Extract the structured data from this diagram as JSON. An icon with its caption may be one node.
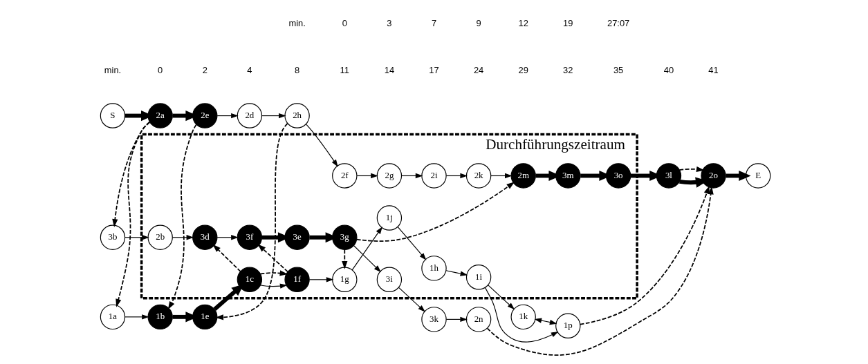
{
  "diagram": {
    "nodes": [
      {
        "text": [
          "Durchführungszeitraum"
        ]
      },
      {
        "text": [
          "1a"
        ]
      },
      {
        "text": [
          "1b"
        ]
      },
      {
        "text": [
          "1e"
        ]
      },
      {
        "text": [
          "1c"
        ],
        "in": 0
      },
      {
        "text": [
          "1f"
        ],
        "in": 0
      },
      {
        "text": [
          "1g"
        ],
        "in": 0
      },
      {
        "text": [
          "1j"
        ],
        "in": 0
      },
      {
        "text": [
          "1h"
        ],
        "in": 0
      },
      {
        "text": [
          "1i"
        ],
        "in": 0
      },
      {
        "text": [
          "1k"
        ]
      },
      {
        "text": [
          "1p"
        ]
      },
      {
        "text": [
          "S"
        ]
      },
      {
        "text": [
          "2a"
        ]
      },
      {
        "text": [
          "2e"
        ]
      },
      {
        "text": [
          "2d"
        ]
      },
      {
        "text": [
          "2h"
        ]
      },
      {
        "text": [
          "2f"
        ],
        "in": 0
      },
      {
        "text": [
          "2g"
        ],
        "in": 0
      },
      {
        "text": [
          "2i"
        ],
        "in": 0
      },
      {
        "text": [
          "2k"
        ],
        "in": 0
      },
      {
        "text": [
          "2m"
        ],
        "in": 0
      },
      {
        "text": [
          "3m"
        ],
        "in": 0
      },
      {
        "text": [
          "3o"
        ],
        "in": 0
      },
      {
        "text": [
          "3l"
        ]
      },
      {
        "text": [
          "2o"
        ]
      },
      {
        "text": [
          "E"
        ]
      },
      {
        "text": [
          "3b"
        ]
      },
      {
        "text": [
          "2b"
        ],
        "in": 0
      },
      {
        "text": [
          "3d"
        ],
        "in": 0
      },
      {
        "text": [
          "3f"
        ],
        "in": 0
      },
      {
        "text": [
          "3e"
        ],
        "in": 0
      },
      {
        "text": [
          "3g"
        ],
        "in": 0
      },
      {
        "text": [
          "3i"
        ],
        "in": 0
      },
      {
        "text": [
          "3k"
        ]
      },
      {
        "text": [
          "2n"
        ]
      }
    ],
    "edges": [
      {
        "from": 12,
        "to": 13,
        "arrow": "to",
        "style": "thick"
      },
      {
        "from": 13,
        "to": 14,
        "arrow": "to",
        "style": "thick"
      },
      {
        "from": 14,
        "to": 15,
        "arrow": "to"
      },
      {
        "from": 15,
        "to": 16,
        "arrow": "to"
      },
      {
        "from": 16,
        "to": 17,
        "arrow": "to"
      },
      {
        "from": 17,
        "to": 18,
        "arrow": "to"
      },
      {
        "from": 18,
        "to": 19,
        "arrow": "to"
      },
      {
        "from": 19,
        "to": 20,
        "arrow": "to"
      },
      {
        "from": 20,
        "to": 21,
        "arrow": "to"
      },
      {
        "from": 21,
        "to": 22,
        "arrow": "to",
        "style": "thick"
      },
      {
        "from": 22,
        "to": 23,
        "arrow": "to",
        "style": "thick"
      },
      {
        "from": 23,
        "to": 24,
        "arrow": "to",
        "style": "thick"
      },
      {
        "from": 24,
        "to": 25,
        "arrow": "to",
        "style": "thick"
      },
      {
        "from": 25,
        "to": 26,
        "arrow": "to",
        "style": "thick"
      },
      {
        "from": 1,
        "to": 2,
        "arrow": "to"
      },
      {
        "from": 2,
        "to": 3,
        "arrow": "to",
        "style": "thick"
      },
      {
        "from": 3,
        "to": 4,
        "arrow": "to",
        "style": "thick"
      },
      {
        "from": 4,
        "to": 5,
        "arrow": "to"
      },
      {
        "from": 5,
        "to": 6,
        "arrow": "to"
      },
      {
        "from": 6,
        "to": 7,
        "arrow": "to"
      },
      {
        "from": 7,
        "to": 8,
        "arrow": "to"
      },
      {
        "from": 8,
        "to": 9,
        "arrow": "to"
      },
      {
        "from": 9,
        "to": 10,
        "arrow": "to"
      },
      {
        "from": 9,
        "to": 11,
        "arrow": "to"
      },
      {
        "from": 10,
        "to": 11,
        "arrow": "both"
      },
      {
        "from": 27,
        "to": 28,
        "arrow": "to"
      },
      {
        "from": 28,
        "to": 29,
        "arrow": "to"
      },
      {
        "from": 29,
        "to": 30,
        "arrow": "to"
      },
      {
        "from": 30,
        "to": 31,
        "arrow": "to",
        "style": "thick"
      },
      {
        "from": 31,
        "to": 32,
        "arrow": "to",
        "style": "thick"
      },
      {
        "from": 32,
        "to": 33,
        "arrow": "to"
      },
      {
        "from": 33,
        "to": 34,
        "arrow": "to"
      },
      {
        "from": 34,
        "to": 35,
        "arrow": "to"
      },
      {
        "from": 13,
        "to": 1,
        "arrow": "to",
        "style": "dashed"
      },
      {
        "from": 13,
        "to": 27,
        "arrow": "to",
        "style": "dashed"
      },
      {
        "from": 14,
        "to": 2,
        "arrow": "to",
        "style": "dashed"
      },
      {
        "from": 16,
        "to": 3,
        "arrow": "to",
        "style": "dashed"
      },
      {
        "from": 4,
        "to": 29,
        "arrow": "to",
        "style": "dashed"
      },
      {
        "from": 4,
        "to": 5,
        "arrow": "to",
        "style": "dashed"
      },
      {
        "from": 5,
        "to": 30,
        "arrow": "to",
        "style": "dashed"
      },
      {
        "from": 32,
        "to": 6,
        "arrow": "to",
        "style": "dashed"
      },
      {
        "from": 32,
        "to": 21,
        "arrow": "to",
        "style": "dashed"
      },
      {
        "from": 24,
        "to": 25,
        "arrow": "to",
        "style": "dashed"
      },
      {
        "from": 11,
        "to": 25,
        "arrow": "to",
        "style": "dashed"
      },
      {
        "from": 35,
        "to": 25,
        "arrow": "to",
        "style": "dashed"
      }
    ],
    "labels": [
      "min.",
      "0",
      "2",
      "4",
      "8",
      "11",
      "14",
      "17",
      "24",
      "29",
      "32",
      "35",
      "40",
      "41",
      "min.",
      "0",
      "3",
      "7",
      "9",
      "12",
      "19",
      "27:07"
    ]
  }
}
